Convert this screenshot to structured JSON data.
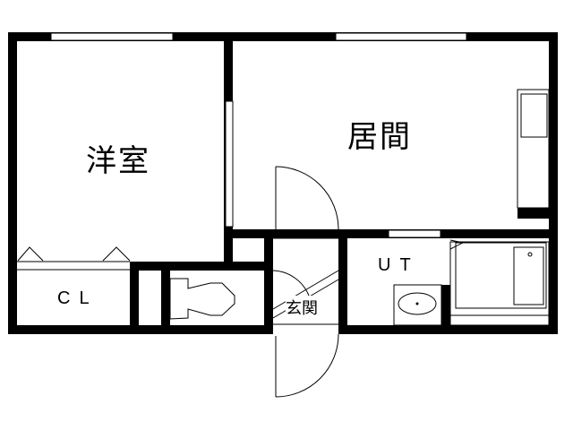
{
  "floor_plan": {
    "rooms": [
      {
        "id": "western-room",
        "label": "洋室"
      },
      {
        "id": "living-room",
        "label": "居間"
      },
      {
        "id": "closet",
        "label": "CL"
      },
      {
        "id": "utility",
        "label": "UT"
      },
      {
        "id": "entrance",
        "label": "玄関"
      }
    ],
    "fixtures": [
      "toilet",
      "washbasin",
      "bathtub",
      "kitchen-counter",
      "sink"
    ],
    "colors": {
      "wall": "#000000",
      "background": "#ffffff"
    }
  }
}
